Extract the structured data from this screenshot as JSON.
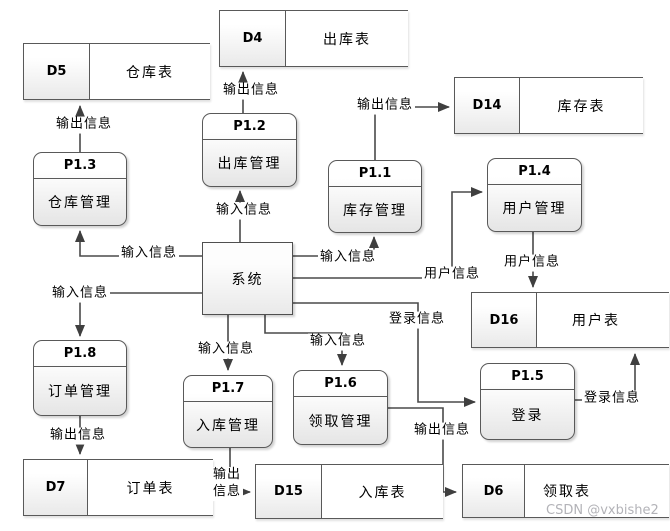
{
  "system": {
    "label": "系统"
  },
  "processes": {
    "p11": {
      "id": "P1.1",
      "name": "库存管理"
    },
    "p12": {
      "id": "P1.2",
      "name": "出库管理"
    },
    "p13": {
      "id": "P1.3",
      "name": "仓库管理"
    },
    "p14": {
      "id": "P1.4",
      "name": "用户管理"
    },
    "p15": {
      "id": "P1.5",
      "name": "登录"
    },
    "p16": {
      "id": "P1.6",
      "name": "领取管理"
    },
    "p17": {
      "id": "P1.7",
      "name": "入库管理"
    },
    "p18": {
      "id": "P1.8",
      "name": "订单管理"
    }
  },
  "datastores": {
    "d5": {
      "id": "D5",
      "name": "仓库表"
    },
    "d4": {
      "id": "D4",
      "name": "出库表"
    },
    "d14": {
      "id": "D14",
      "name": "库存表"
    },
    "d16": {
      "id": "D16",
      "name": "用户表"
    },
    "d7": {
      "id": "D7",
      "name": "订单表"
    },
    "d15": {
      "id": "D15",
      "name": "入库表"
    },
    "d6": {
      "id": "D6",
      "name": "领取表"
    }
  },
  "flows": {
    "sys_to_p12": "输入信息",
    "sys_to_p13": "输入信息",
    "sys_to_p18": "输入信息",
    "sys_to_p11": "输入信息",
    "sys_to_p14": "用户信息",
    "sys_to_p15": "登录信息",
    "sys_to_p17": "输入信息",
    "sys_to_p16": "输入信息",
    "p13_to_d5": "输出信息",
    "p12_to_d4": "输出信息",
    "p11_to_d14": "输出信息",
    "p14_to_d16": "用户信息",
    "p15_to_d16": "登录信息",
    "p18_to_d7": "输出信息",
    "p17_to_d15_line1": "输出",
    "p17_to_d15_line2": "信息",
    "p16_to_d6": "输出信息"
  },
  "watermark": "CSDN @vxbishe2",
  "colors": {
    "border": "#595959",
    "line": "#4a4a4a",
    "watermark": "#b3b3b8"
  }
}
